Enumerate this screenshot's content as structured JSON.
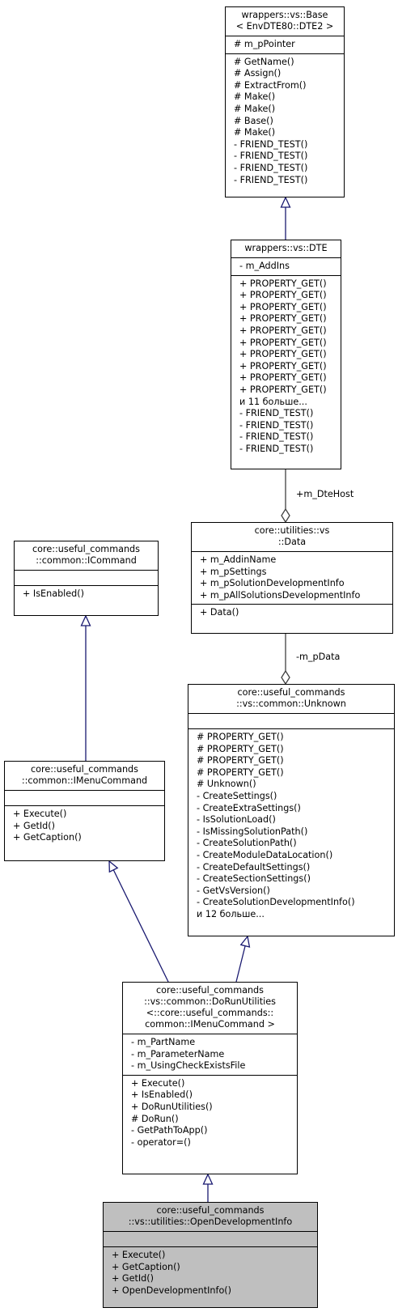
{
  "classes": [
    {
      "id": "base",
      "title": [
        "wrappers::vs::Base",
        "< EnvDTE80::DTE2 >"
      ],
      "attributes": [
        "# m_pPointer"
      ],
      "methods": [
        "# GetName()",
        "# Assign()",
        "# ExtractFrom()",
        "# Make()",
        "# Make()",
        "# Base()",
        "# Make()",
        "- FRIEND_TEST()",
        "- FRIEND_TEST()",
        "- FRIEND_TEST()",
        "- FRIEND_TEST()"
      ]
    },
    {
      "id": "dte",
      "title": [
        "wrappers::vs::DTE"
      ],
      "attributes": [
        "- m_AddIns"
      ],
      "methods": [
        "+ PROPERTY_GET()",
        "+ PROPERTY_GET()",
        "+ PROPERTY_GET()",
        "+ PROPERTY_GET()",
        "+ PROPERTY_GET()",
        "+ PROPERTY_GET()",
        "+ PROPERTY_GET()",
        "+ PROPERTY_GET()",
        "+ PROPERTY_GET()",
        "+ PROPERTY_GET()",
        "и 11 больше...",
        "- FRIEND_TEST()",
        "- FRIEND_TEST()",
        "- FRIEND_TEST()",
        "- FRIEND_TEST()"
      ]
    },
    {
      "id": "data",
      "title": [
        "core::utilities::vs",
        "::Data"
      ],
      "attributes": [
        "+ m_AddinName",
        "+ m_pSettings",
        "+ m_pSolutionDevelopmentInfo",
        "+ m_pAllSolutionsDevelopmentInfo"
      ],
      "methods": [
        "+ Data()"
      ]
    },
    {
      "id": "icommand",
      "title": [
        "core::useful_commands",
        "::common::ICommand"
      ],
      "attributes": [],
      "methods": [
        "+ IsEnabled()"
      ]
    },
    {
      "id": "unknown",
      "title": [
        "core::useful_commands",
        "::vs::common::Unknown"
      ],
      "attributes": [],
      "methods": [
        "# PROPERTY_GET()",
        "# PROPERTY_GET()",
        "# PROPERTY_GET()",
        "# PROPERTY_GET()",
        "# Unknown()",
        "- CreateSettings()",
        "- CreateExtraSettings()",
        "- IsSolutionLoad()",
        "- IsMissingSolutionPath()",
        "- CreateSolutionPath()",
        "- CreateModuleDataLocation()",
        "- CreateDefaultSettings()",
        "- CreateSectionSettings()",
        "- GetVsVersion()",
        "- CreateSolutionDevelopmentInfo()",
        "и 12 больше..."
      ]
    },
    {
      "id": "imenucommand",
      "title": [
        "core::useful_commands",
        "::common::IMenuCommand"
      ],
      "attributes": [],
      "methods": [
        "+ Execute()",
        "+ GetId()",
        "+ GetCaption()"
      ]
    },
    {
      "id": "dorun",
      "title": [
        "core::useful_commands",
        "::vs::common::DoRunUtilities",
        "<::core::useful_commands::",
        "common::IMenuCommand >"
      ],
      "attributes": [
        "- m_PartName",
        "- m_ParameterName",
        "- m_UsingCheckExistsFile"
      ],
      "methods": [
        "+ Execute()",
        "+ IsEnabled()",
        "+ DoRunUtilities()",
        "# DoRun()",
        "- GetPathToApp()",
        "- operator=()"
      ]
    },
    {
      "id": "opendev",
      "title": [
        "core::useful_commands",
        "::vs::utilities::OpenDevelopmentInfo"
      ],
      "attributes": [],
      "methods": [
        "+ Execute()",
        "+ GetCaption()",
        "+ GetId()",
        "+ OpenDevelopmentInfo()"
      ]
    }
  ],
  "edge_labels": {
    "dte_host": "+m_DteHost",
    "p_data": "-m_pData"
  },
  "colors": {
    "inheritance_edge": "#191970",
    "association_edge": "#404040",
    "highlight_fill": "#bfbfbf"
  }
}
